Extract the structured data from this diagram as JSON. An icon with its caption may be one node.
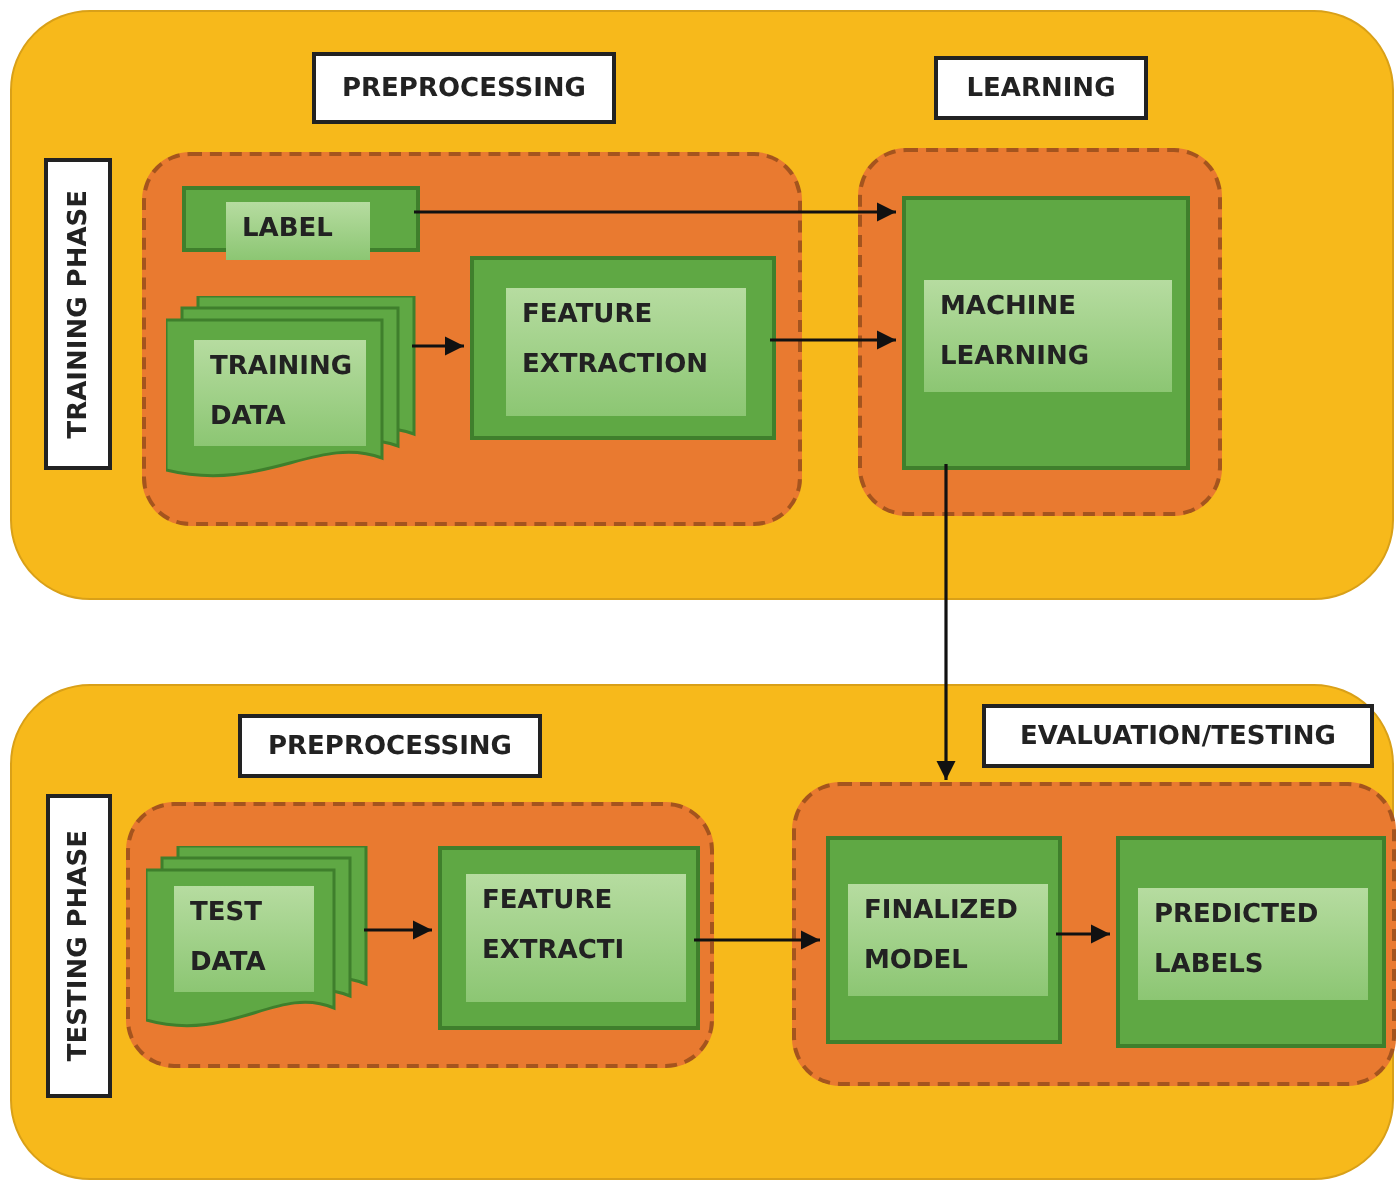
{
  "diagram": {
    "nodes": [
      {
        "text": [],
        "shape": "box"
      },
      {
        "text": [
          "TRAINING PHASE"
        ],
        "in": 0
      },
      {
        "text": [
          "PREPROCESSING"
        ],
        "in": 0
      },
      {
        "text": [
          "LEARNING"
        ],
        "in": 0
      },
      {
        "text": [],
        "shape": "box",
        "in": 0
      },
      {
        "text": [
          "LABEL"
        ],
        "in": 4
      },
      {
        "text": [
          "TRAINING DATA"
        ],
        "in": 4
      },
      {
        "text": [
          "FEATURE EXTRACTION"
        ],
        "in": 4
      },
      {
        "text": [],
        "shape": "box",
        "in": 0
      },
      {
        "text": [
          "MACHINE LEARNING"
        ],
        "in": 8
      },
      {
        "text": [],
        "shape": "box"
      },
      {
        "text": [
          "TESTING PHASE"
        ],
        "in": 10
      },
      {
        "text": [
          "PREPROCESSING"
        ],
        "in": 10
      },
      {
        "text": [
          "EVALUATION/TESTING"
        ],
        "in": 10
      },
      {
        "text": [],
        "shape": "box",
        "in": 10
      },
      {
        "text": [
          "TEST DATA"
        ],
        "in": 14
      },
      {
        "text": [
          "FEATURE EXTRACTI"
        ],
        "in": 14
      },
      {
        "text": [],
        "shape": "box",
        "in": 10
      },
      {
        "text": [
          "FINALIZED MODEL"
        ],
        "in": 17
      },
      {
        "text": [
          "PREDICTED LABELS"
        ],
        "in": 17
      }
    ],
    "edges": [
      {
        "from": 5,
        "to": 9,
        "arrow": "to"
      },
      {
        "from": 6,
        "to": 7,
        "arrow": "to"
      },
      {
        "from": 7,
        "to": 9,
        "arrow": "to"
      },
      {
        "from": 9,
        "to": 17,
        "arrow": "to"
      },
      {
        "from": 15,
        "to": 16,
        "arrow": "to"
      },
      {
        "from": 16,
        "to": 18,
        "arrow": "to"
      },
      {
        "from": 18,
        "to": 19,
        "arrow": "to"
      }
    ]
  }
}
